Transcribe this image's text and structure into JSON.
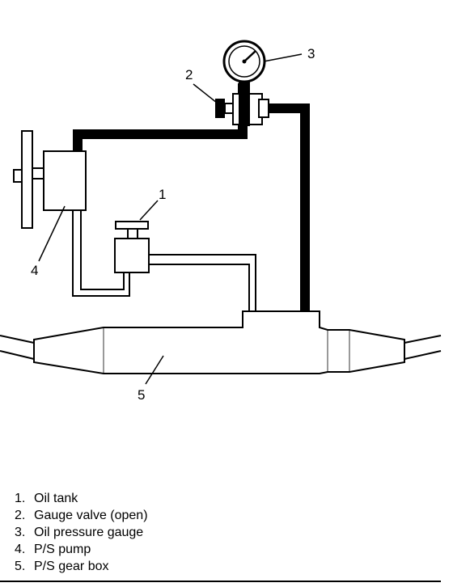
{
  "callouts": {
    "c1": "1",
    "c2": "2",
    "c3": "3",
    "c4": "4",
    "c5": "5"
  },
  "legend": [
    {
      "num": "1.",
      "label": "Oil tank"
    },
    {
      "num": "2.",
      "label": "Gauge valve (open)"
    },
    {
      "num": "3.",
      "label": "Oil pressure gauge"
    },
    {
      "num": "4.",
      "label": "P/S pump"
    },
    {
      "num": "5.",
      "label": "P/S gear box"
    }
  ],
  "colors": {
    "line": "#000000",
    "background": "#ffffff"
  },
  "gauge_valve_state": "open"
}
